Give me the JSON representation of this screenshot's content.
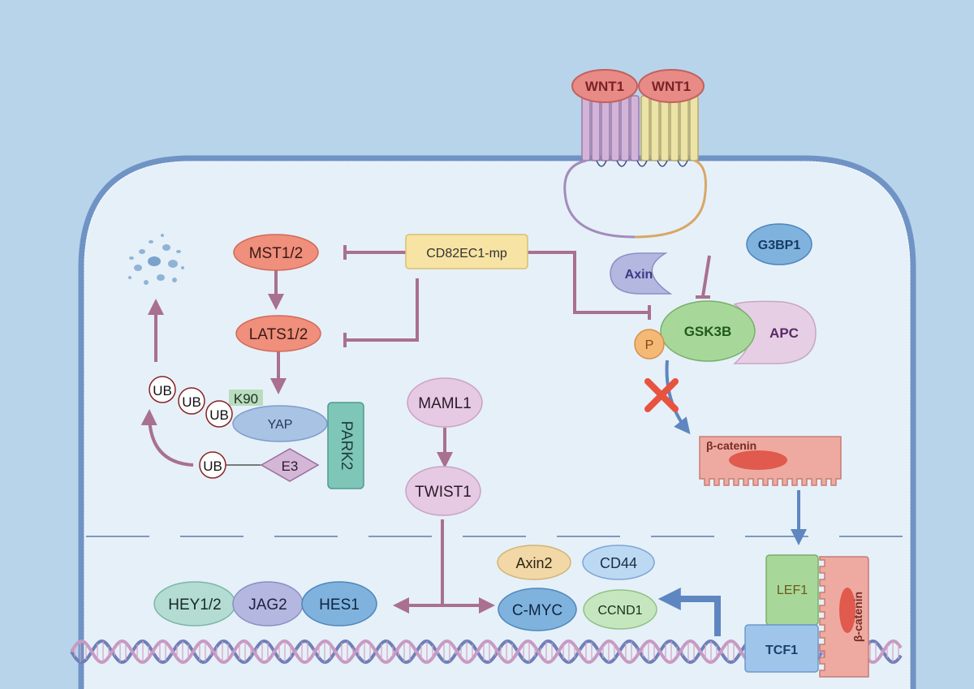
{
  "colors": {
    "background": "#b8d4ea",
    "cytoplasm": "#e6f0f9",
    "membrane": "#6f93c4",
    "arrow_pink": "#a9708f",
    "arrow_blue": "#5e86c0",
    "cross_red": "#e8533f"
  },
  "labels": {
    "wnt1_left": "WNT1",
    "wnt1_right": "WNT1",
    "cd82": "CD82EC1-mp",
    "mst": "MST1/2",
    "lats": "LATS1/2",
    "yap": "YAP",
    "park2": "PARK2",
    "e3": "E3",
    "ub": "UB",
    "k90": "K90",
    "maml1": "MAML1",
    "twist1": "TWIST1",
    "axin": "Axin",
    "g3bp1": "G3BP1",
    "gsk3b": "GSK3B",
    "apc": "APC",
    "p": "P",
    "beta_catenin": "β-catenin",
    "lef1": "LEF1",
    "tcf1": "TCF1",
    "beta_catenin_nuclear": "β-catenin",
    "axin2": "Axin2",
    "cd44": "CD44",
    "cmyc": "C-MYC",
    "ccnd1": "CCND1",
    "hey": "HEY1/2",
    "jag2": "JAG2",
    "hes1": "HES1"
  }
}
